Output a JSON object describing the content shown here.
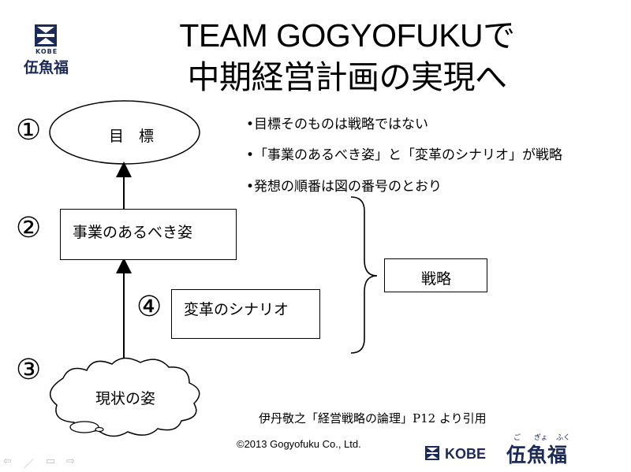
{
  "logo": {
    "top_small": "KOBE",
    "top_name": "伍魚福",
    "bottom_kobe": "KOBE",
    "bottom_name": "伍魚福",
    "bottom_ruby": [
      "ご",
      "ぎょ",
      "ふく"
    ]
  },
  "slide": {
    "title_line1": "TEAM GOGYOFUKUで",
    "title_line2": "中期経営計画の実現へ",
    "bullets": [
      "•目標そのものは戦略ではない",
      "•「事業のあるべき姿」と「変革のシナリオ」が戦略",
      "•発想の順番は図の番号のとおり"
    ],
    "diagram": {
      "num1": "①",
      "goal": "目　標",
      "num2": "②",
      "ideal": "事業のあるべき姿",
      "num3": "③",
      "current": "現状の姿",
      "num4": "④",
      "scenario": "変革のシナリオ",
      "strategy": "戦略"
    },
    "citation": "伊丹敬之「経営戦略の論理」P12 より引用",
    "copyright": "©2013 Gogyofuku Co., Ltd."
  },
  "nav": {
    "prev_icon": "arrow-left-icon",
    "pen_icon": "pen-icon",
    "menu_icon": "menu-icon",
    "next_icon": "arrow-right-icon"
  }
}
